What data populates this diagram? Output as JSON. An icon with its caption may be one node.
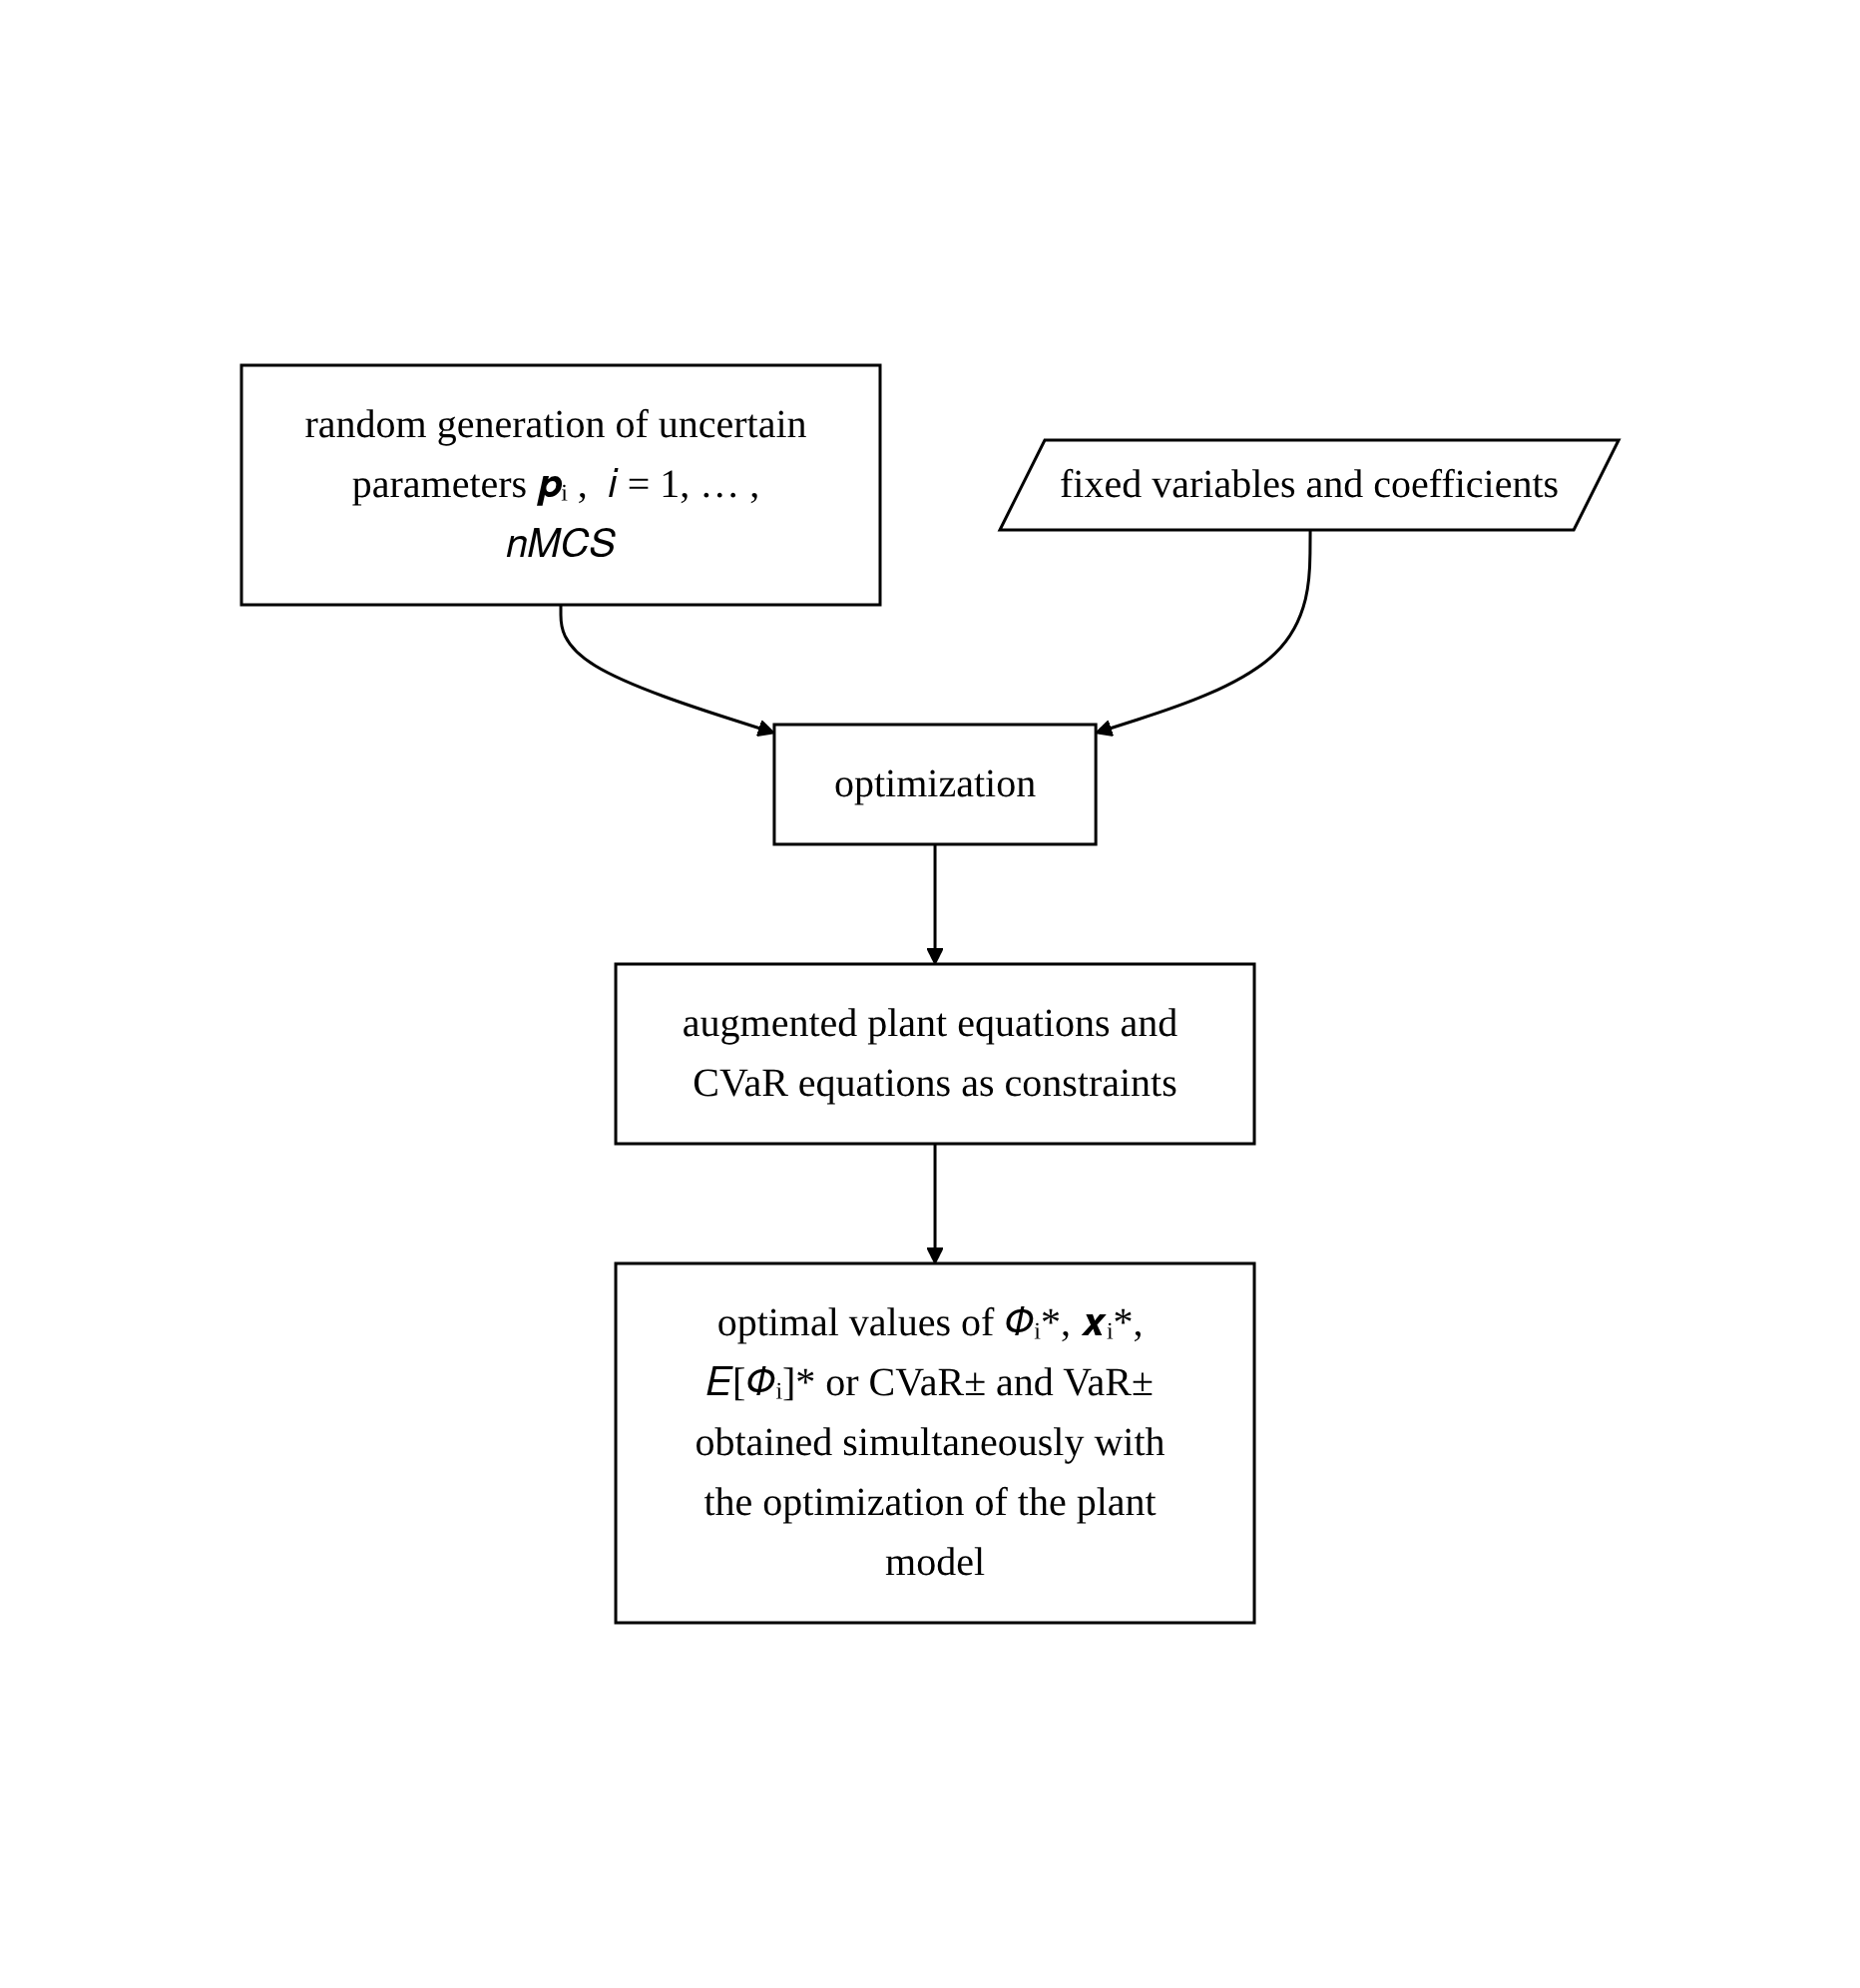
{
  "diagram": {
    "nodes": [
      {
        "text": [
          "random generation of uncertain parameters 𝒑ᵢ ,  𝑖 = 1, … , 𝑛𝑀𝐶𝑆"
        ]
      },
      {
        "text": [
          "fixed variables and coefficients"
        ]
      },
      {
        "text": [
          "optimization"
        ]
      },
      {
        "text": [
          "augmented plant equations and CVaR equations as constraints"
        ]
      },
      {
        "text": [
          "optimal values of 𝛷ᵢ*, 𝒙ᵢ*, 𝐸[𝛷ᵢ]* or CVaR± and VaR± obtained simultaneously with the optimization of the plant model"
        ]
      }
    ],
    "edges": [
      {
        "from": 0,
        "to": 2,
        "arrow": "to"
      },
      {
        "from": 1,
        "to": 2,
        "arrow": "to"
      },
      {
        "from": 2,
        "to": 3,
        "arrow": "to"
      },
      {
        "from": 3,
        "to": 4,
        "arrow": "to"
      }
    ]
  }
}
